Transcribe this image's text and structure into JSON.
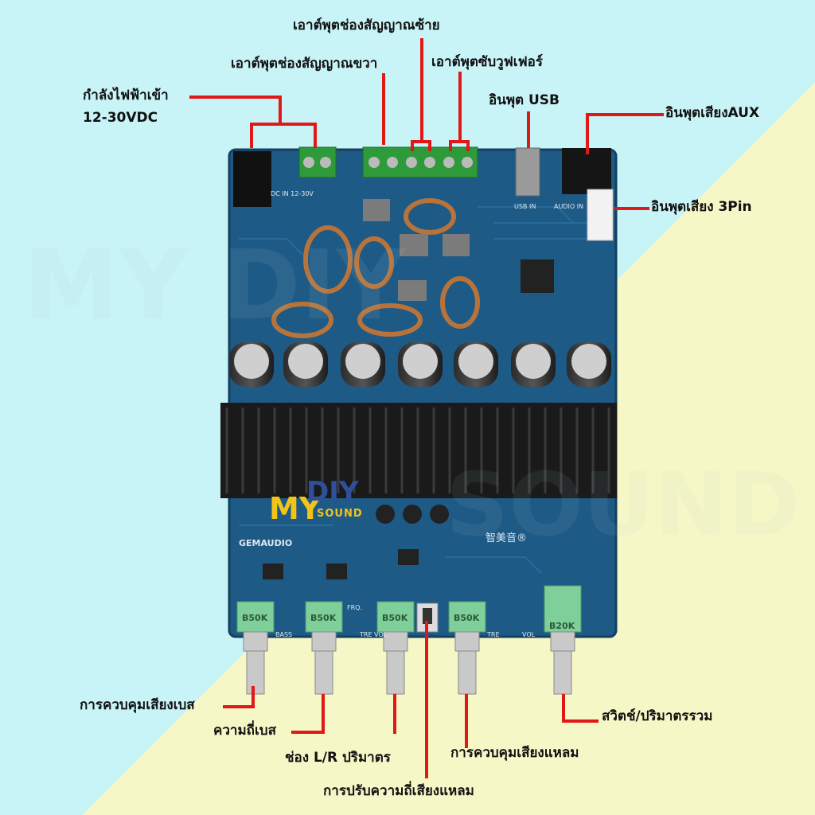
{
  "labels": {
    "power_in": "กำลังไฟฟ้าเข้า",
    "power_voltage": "12-30VDC",
    "right_out": "เอาต์พุตช่องสัญญาณขวา",
    "left_out": "เอาต์พุตช่องสัญญาณซ้าย",
    "sub_out": "เอาต์พุตซับวูฟเฟอร์",
    "usb_in": "อินพุต USB",
    "aux_in": "อินพุตเสียงAUX",
    "pin3_in": "อินพุตเสียง 3Pin",
    "bass_control": "การควบคุมเสียงเบส",
    "bass_freq": "ความถี่เบส",
    "lr_volume": "ช่อง L/R ปริมาตร",
    "treble_freq": "การปรับความถี่เสียงแหลม",
    "treble_control": "การควบคุมเสียงแหลม",
    "switch_volume": "สวิตช์/ปริมาตรรวม"
  },
  "board": {
    "logo_diy": "DIY",
    "logo_sound": "SOUND",
    "brand": "GEMAUDIO",
    "brand_cn": "智美音®",
    "pot_labels": [
      "B50K",
      "B50K",
      "B50K",
      "B50K",
      "B20K"
    ],
    "silk_bass": "BASS",
    "silk_frq": "FRQ.",
    "silk_tre_vol": "TRE VOL",
    "silk_tre": "TRE",
    "silk_vol": "VOL",
    "silk_dc_in": "DC IN 12-30V",
    "silk_usb_in": "USB IN",
    "silk_audio_in": "AUDIO IN"
  },
  "watermark": {
    "big": "MY DIY",
    "sound": "SOUND"
  },
  "colors": {
    "arrow": "#e01818",
    "board": "#1e5a86",
    "bg_left": "#c8f3f7",
    "bg_right": "#f6f7c6"
  }
}
